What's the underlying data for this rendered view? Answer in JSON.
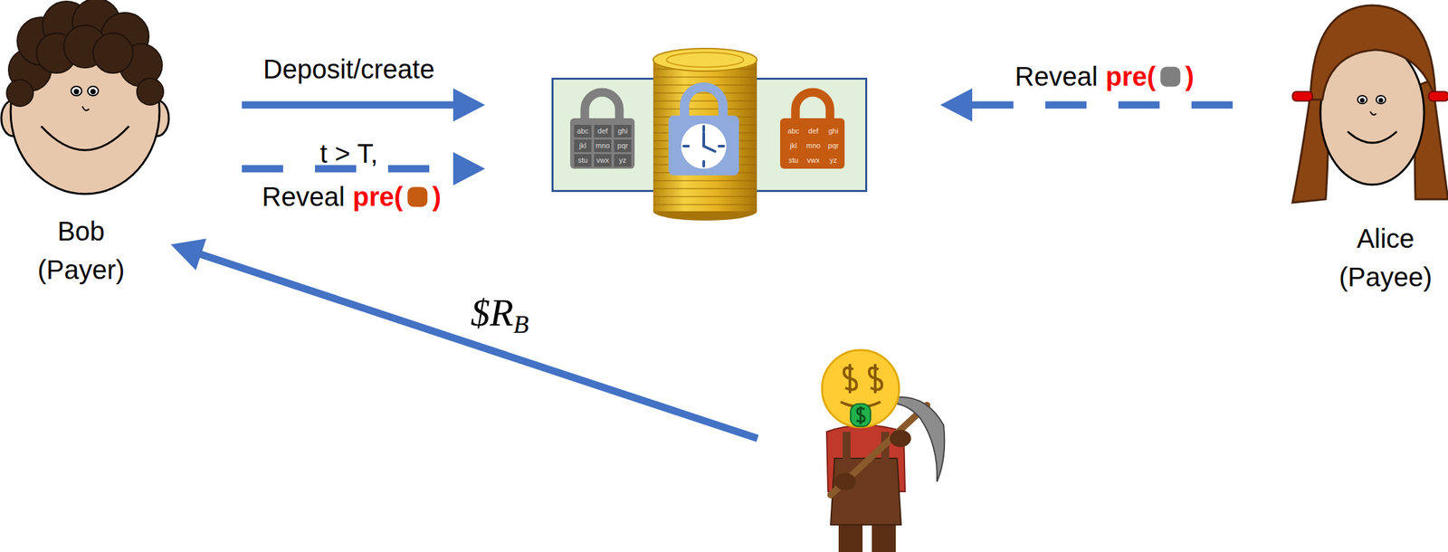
{
  "diagram": {
    "nodes": [
      {
        "text": [
          "Bob (Payer)"
        ]
      },
      {
        "text": []
      },
      {
        "text": [
          "Alice (Payee)"
        ]
      },
      {
        "text": []
      }
    ],
    "edges": [
      {
        "from": 0,
        "to": 1,
        "arrow": "to",
        "label": "Deposit/create"
      },
      {
        "from": 0,
        "to": 1,
        "arrow": "to",
        "label": "t > T,"
      },
      {
        "from": 2,
        "to": 1,
        "arrow": "to"
      },
      {
        "from": 3,
        "to": 0,
        "arrow": "to",
        "label": "$R"
      }
    ],
    "labels": [
      "Reveal",
      "pre(",
      ")",
      "Reveal",
      "pre(",
      ")",
      "B",
      "abc",
      "def",
      "ghi",
      "jkl",
      "mno",
      "pqr",
      "stu",
      "vwx",
      "yz",
      "abc",
      "def",
      "ghi",
      "jkl",
      "mno",
      "pqr",
      "stu",
      "vwx",
      "yz"
    ]
  }
}
